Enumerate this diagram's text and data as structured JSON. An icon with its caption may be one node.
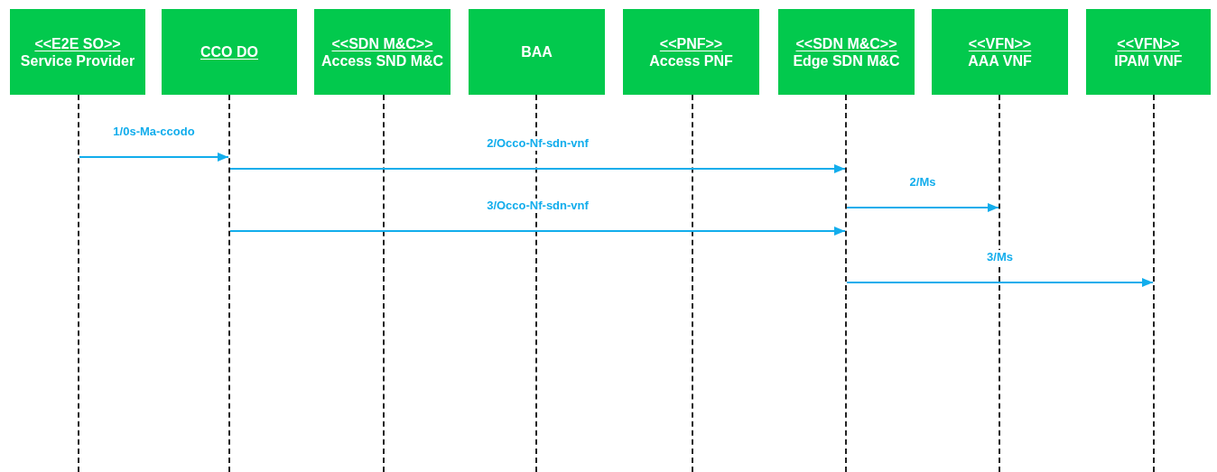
{
  "diagram": {
    "nodes": [
      {
        "text": [
          "<<E2E SO>>",
          "Service Provider"
        ]
      },
      {
        "text": [
          "CCO DO"
        ]
      },
      {
        "text": [
          "<<SDN M&C>>",
          "Access SND M&C"
        ]
      },
      {
        "text": [
          "BAA"
        ]
      },
      {
        "text": [
          "<<PNF>>",
          "Access PNF"
        ]
      },
      {
        "text": [
          "<<SDN M&C>>",
          "Edge SDN M&C"
        ]
      },
      {
        "text": [
          "<<VFN>>",
          "AAA VNF"
        ]
      },
      {
        "text": [
          "<<VFN>>",
          "IPAM VNF"
        ]
      },
      {
        "text": [],
        "shape": "line"
      },
      {
        "text": [],
        "shape": "line"
      },
      {
        "text": [],
        "shape": "line"
      },
      {
        "text": [],
        "shape": "line"
      },
      {
        "text": [],
        "shape": "line"
      },
      {
        "text": [],
        "shape": "line"
      },
      {
        "text": [],
        "shape": "line"
      },
      {
        "text": [],
        "shape": "line"
      }
    ],
    "edges": [
      {
        "from": 8,
        "to": 9,
        "arrow": "to",
        "label": "1/0s-Ma-ccodo"
      },
      {
        "from": 9,
        "to": 13,
        "arrow": "to",
        "label": "2/Occo-Nf-sdn-vnf"
      },
      {
        "from": 13,
        "to": 14,
        "arrow": "to",
        "label": "2/Ms"
      },
      {
        "from": 9,
        "to": 13,
        "arrow": "to",
        "label": "3/Occo-Nf-sdn-vnf"
      },
      {
        "from": 13,
        "to": 15,
        "arrow": "to",
        "label": "3/Ms"
      }
    ]
  }
}
